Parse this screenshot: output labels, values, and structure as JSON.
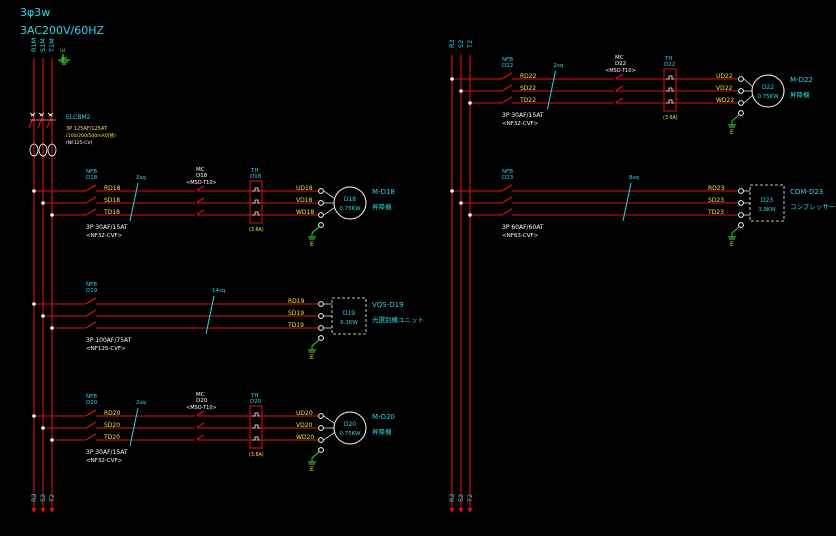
{
  "header": {
    "phase": "3φ3w",
    "supply": "3AC200V/60HZ"
  },
  "colors": {
    "background": "#000000",
    "bus": "#e01010",
    "label_cyan": "#28d8e6",
    "text_white": "#ffffff",
    "text_yellow": "#e8e83a",
    "earth_green": "#3adf3a",
    "motor_white": "#ffffff"
  },
  "left_bus": {
    "top_labels": [
      "R1M",
      "S1M",
      "T1M",
      "E"
    ],
    "bottom_labels": [
      "R2",
      "S2",
      "T2"
    ],
    "breaker": {
      "name": "ELCBM2",
      "rating": "3P 125AF/125AT",
      "detail": "(100/200/500mA切替)",
      "type": "(NF125-CV)"
    }
  },
  "right_bus": {
    "top_labels": [
      "R2",
      "S2",
      "T2"
    ],
    "bottom_labels": [
      "R2",
      "S2",
      "T2"
    ]
  },
  "circuits": [
    {
      "id": "D18",
      "nfb_label": "NFB",
      "nfb_id": "D18",
      "cable": "2sq",
      "mc_label": "MC",
      "mc_id": "D18",
      "mc_type": "<MSO-T10>",
      "th_label": "TH",
      "th_id": "D18",
      "th_rating": "(3.6A)",
      "lines": [
        "RD18",
        "SD18",
        "TD18"
      ],
      "out_lines": [
        "UD18",
        "VD18",
        "WD18"
      ],
      "load_id": "D18",
      "load_kw": "0.75KW",
      "load_name": "M-D18",
      "load_desc": "昇降機",
      "nfb_rating": "3P 30AF/15AT",
      "nfb_type": "<NF32-CVF>",
      "earth": "E"
    },
    {
      "id": "D19",
      "nfb_label": "NFB",
      "nfb_id": "D19",
      "cable": "14sq",
      "lines": [
        "RD19",
        "SD19",
        "TD19"
      ],
      "load_id": "D19",
      "load_kw": "6.1KW",
      "load_name": "VQS-D19",
      "load_desc": "光選別機ユニット",
      "nfb_rating": "3P 100AF/75AT",
      "nfb_type": "<NF125-CVF>",
      "earth": "E"
    },
    {
      "id": "D20",
      "nfb_label": "NFB",
      "nfb_id": "D20",
      "cable": "2sq",
      "mc_label": "MC",
      "mc_id": "D20",
      "mc_type": "<MSO-T10>",
      "th_label": "TH",
      "th_id": "D20",
      "th_rating": "(3.6A)",
      "lines": [
        "RD20",
        "SD20",
        "TD20"
      ],
      "out_lines": [
        "UD20",
        "VD20",
        "WD20"
      ],
      "load_id": "D20",
      "load_kw": "0.75KW",
      "load_name": "M-D20",
      "load_desc": "昇降機",
      "nfb_rating": "3P 30AF/15AT",
      "nfb_type": "<NF32-CVF>",
      "earth": "E"
    },
    {
      "id": "D22",
      "nfb_label": "NFB",
      "nfb_id": "D22",
      "cable": "2sq",
      "mc_label": "MC",
      "mc_id": "D22",
      "mc_type": "<MSO-T10>",
      "th_label": "TH",
      "th_id": "D22",
      "th_rating": "(3.6A)",
      "lines": [
        "RD22",
        "SD22",
        "TD22"
      ],
      "out_lines": [
        "UD22",
        "VD22",
        "WD22"
      ],
      "load_id": "D22",
      "load_kw": "0.75KW",
      "load_name": "M-D22",
      "load_desc": "昇降機",
      "nfb_rating": "3P 30AF/15AT",
      "nfb_type": "<NF32-CVF>",
      "earth": "E"
    },
    {
      "id": "D23",
      "nfb_label": "NFB",
      "nfb_id": "D23",
      "cable": "8sq",
      "lines": [
        "RD23",
        "SD23",
        "TD23"
      ],
      "load_id": "D23",
      "load_kw": "3.9KW",
      "load_name": "COM-D23",
      "load_desc": "コンプレッサー",
      "nfb_rating": "3P 60AF/60AT",
      "nfb_type": "<NF63-CVF>",
      "earth": "E"
    }
  ]
}
